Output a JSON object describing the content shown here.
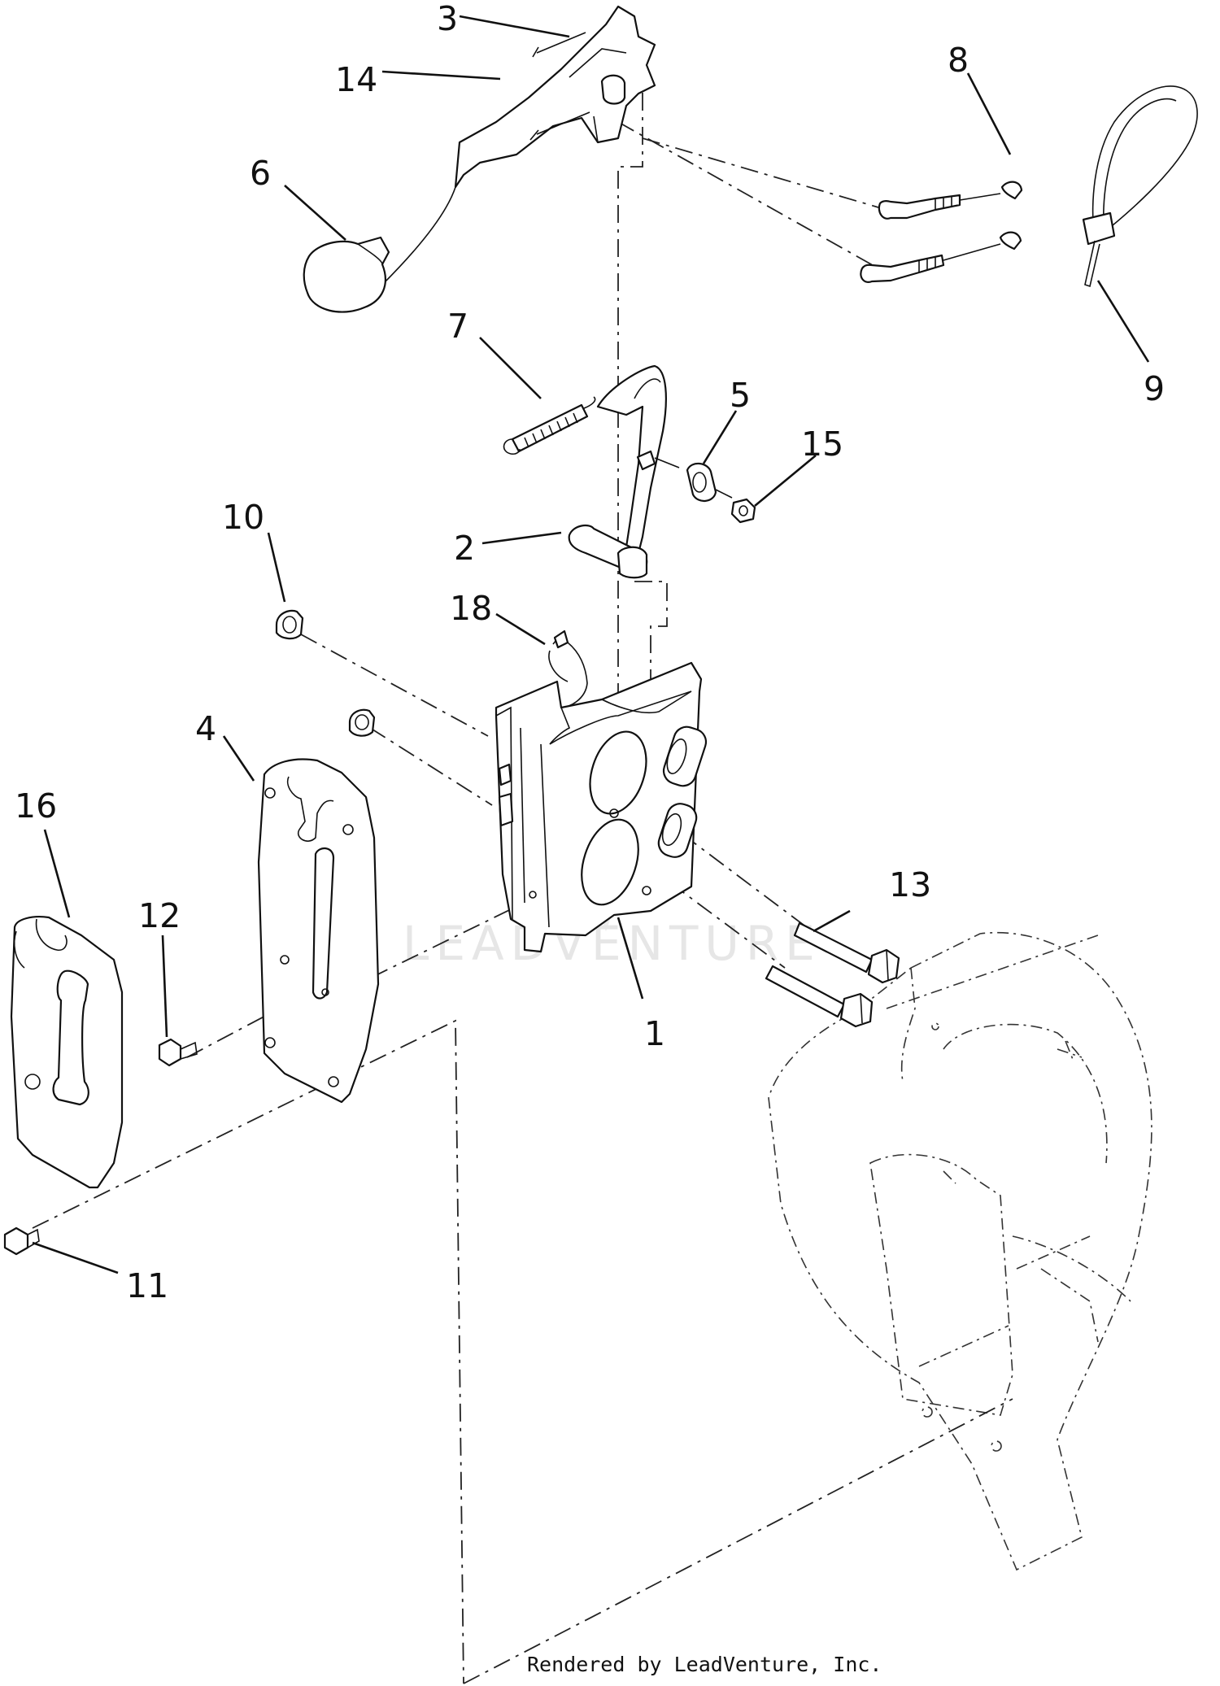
{
  "watermark": "LEADVENTURE",
  "footer": "Rendered by LeadVenture, Inc.",
  "callouts": {
    "c1": "1",
    "c2": "2",
    "c3": "3",
    "c4": "4",
    "c5": "5",
    "c6": "6",
    "c7": "7",
    "c8": "8",
    "c9": "9",
    "c10": "10",
    "c11": "11",
    "c12": "12",
    "c13": "13",
    "c14": "14",
    "c15": "15",
    "c16": "16",
    "c18": "18"
  }
}
